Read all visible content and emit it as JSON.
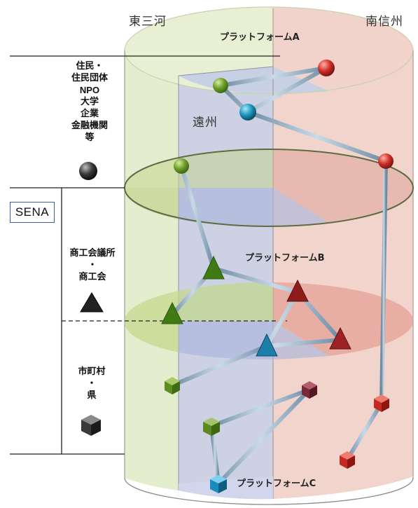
{
  "regions": {
    "east_mikawa": "東三河",
    "minami_shinshu": "南信州",
    "enshu": "遠州"
  },
  "platforms": {
    "a": "プラットフォームA",
    "b": "プラットフォームB",
    "c": "プラットフォームC"
  },
  "levels": {
    "top": [
      "住民・",
      "住民団体",
      "NPO",
      "大学",
      "企業",
      "金融機関",
      "等"
    ],
    "middle": [
      "商工会議所",
      "・",
      "商工会"
    ],
    "bottom": [
      "市町村",
      "・",
      "県"
    ]
  },
  "sena_label": "SENA",
  "colors": {
    "green": "#7fa83a",
    "red": "#c0392b",
    "blue": "#1f8fb3",
    "dark_red": "#8a2e3a"
  },
  "legend_shapes": {
    "top": "sphere",
    "middle": "cone",
    "bottom": "cube"
  }
}
